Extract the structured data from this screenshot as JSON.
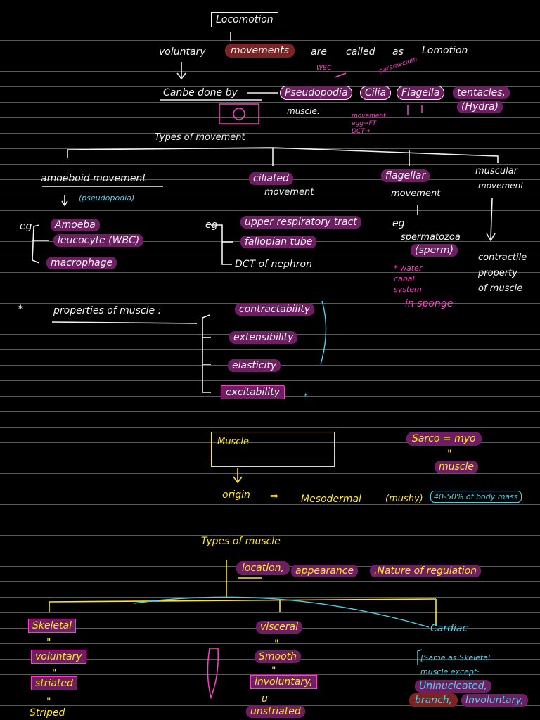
{
  "notes": {
    "title": "Locomotion",
    "def_voluntary": "voluntary",
    "def_movements": "movements",
    "def_are": "are",
    "def_called": "called",
    "def_as": "as",
    "def_locomotion": "Lomotion",
    "can_be_done_by": "Canbe done by",
    "pseudopodia": "Pseudopodia",
    "cilia": "Cilia",
    "flagella": "Flagella",
    "tentacles": "tentacles,",
    "hydra": "(Hydra)",
    "muscle_word": "muscle.",
    "tag_wbc": "WBC",
    "tag_paramecium": "paramecium",
    "tag_lines": "movement\negg→FT\nDCT→",
    "types_of_movement": "Types of movement",
    "amoeboid": "amoeboid movement",
    "pseudopodia_small": "(pseudopodia)",
    "ciliated": "ciliated",
    "movement_word": "movement",
    "flagellar": "flagellar",
    "muscular": "muscular",
    "eg": "eg",
    "amoeba": "Amoeba",
    "leucocyte": "leucocyte (WBC)",
    "macrophage": "macrophage",
    "upper_respiratory": "upper respiratory tract",
    "fallopian": "fallopian tube",
    "dct": "DCT of nephron",
    "spermatozoa": "spermatozoa",
    "sperm": "(sperm)",
    "water_canal": "* water\ncanal\nsystem",
    "in_sponge": "in sponge",
    "contractile": "contractile\nproperty\nof muscle",
    "bullet": "*",
    "properties": "properties of muscle :",
    "contractability": "contractability",
    "extensibility": "extensibility",
    "elasticity": "elasticity",
    "excitability": "excitability",
    "muscle_box": "Muscle",
    "sarco_myo": "Sarco = myo",
    "ii": "\"",
    "muscle_small": "muscle",
    "origin": "origin",
    "implies": "⇒",
    "mesodermal": "Mesodermal",
    "mushy": "(mushy)",
    "body_mass": "40-50% of body mass",
    "types_of_muscle": "Types of muscle",
    "location": "location,",
    "appearance": "appearance",
    "nature": ",Nature of regulation",
    "skeletal": "Skeletal",
    "voluntary": "voluntary",
    "striated": "striated",
    "striped": "Striped",
    "visceral": "visceral",
    "smooth": "Smooth",
    "involuntary": "involuntary,",
    "unstriated": "unstriated",
    "cardiac": "Cardiac",
    "same_as": "[Same as Skeletal\nmuscle except·",
    "uninucleated": "Uninucleated,",
    "branch": "branch,",
    "involuntary2": "Involuntary,",
    "ditto": "\"",
    "u_mark": "u"
  },
  "colors": {
    "background": "#000000",
    "white_ink": "#f2f2f2",
    "magenta_ink": "#ff3ec8",
    "yellow_ink": "#ffe81a",
    "cyan_ink": "#4fd2e8"
  }
}
